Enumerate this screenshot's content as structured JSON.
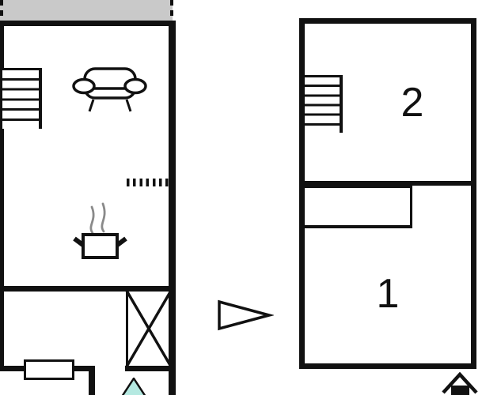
{
  "floor_plan": {
    "description": "Two-level holiday home floor plan",
    "rooms": {
      "room_1_label": "1",
      "room_2_label": "2"
    },
    "colors": {
      "wall": "#111111",
      "terrace_fill": "#c9c9c9",
      "entrance_arrow_fill": "#b5e9e1",
      "steam_gray": "#8a8a8a",
      "background": "#ffffff"
    },
    "icons": [
      "terrace-area",
      "stairs-icon",
      "sofa-icon",
      "cooking-pot-icon",
      "steam-icon",
      "dotted-opening-icon",
      "cross-fixture-icon",
      "radiator-icon",
      "entrance-arrow-icon",
      "floor-link-arrow-icon",
      "house-marker-icon"
    ]
  }
}
